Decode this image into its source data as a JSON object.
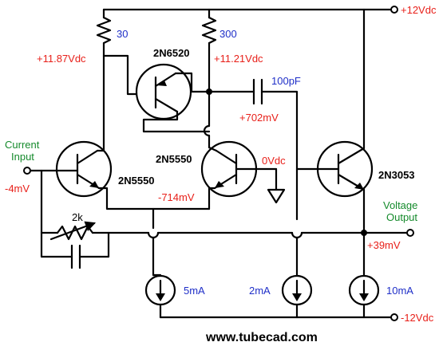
{
  "labels": {
    "vplus": "+12Vdc",
    "vminus": "-12Vdc",
    "r30": "30",
    "r300": "300",
    "v1187": "+11.87Vdc",
    "v1121": "+11.21Vdc",
    "q_pnp": "2N6520",
    "cap100": "100pF",
    "v702": "+702mV",
    "in_line1": "Current",
    "in_line2": "Input",
    "vin": "-4mV",
    "q_in": "2N5550",
    "q_mid": "2N5550",
    "v0": "0Vdc",
    "q_out": "2N3053",
    "v714": "-714mV",
    "r2k": "2k",
    "vout_line1": "Voltage",
    "vout_line2": "Output",
    "v39": "+39mV",
    "i5": "5mA",
    "i2": "2mA",
    "i10": "10mA",
    "url": "www.tubecad.com"
  },
  "colors": {
    "voltage": "#e8201a",
    "component": "#1f2fc8",
    "port": "#148a2b",
    "wire": "#000000"
  },
  "icons": [
    "resistor-icon",
    "capacitor-icon",
    "npn-transistor-icon",
    "pnp-transistor-icon",
    "current-source-icon",
    "ground-icon",
    "terminal-icon"
  ]
}
